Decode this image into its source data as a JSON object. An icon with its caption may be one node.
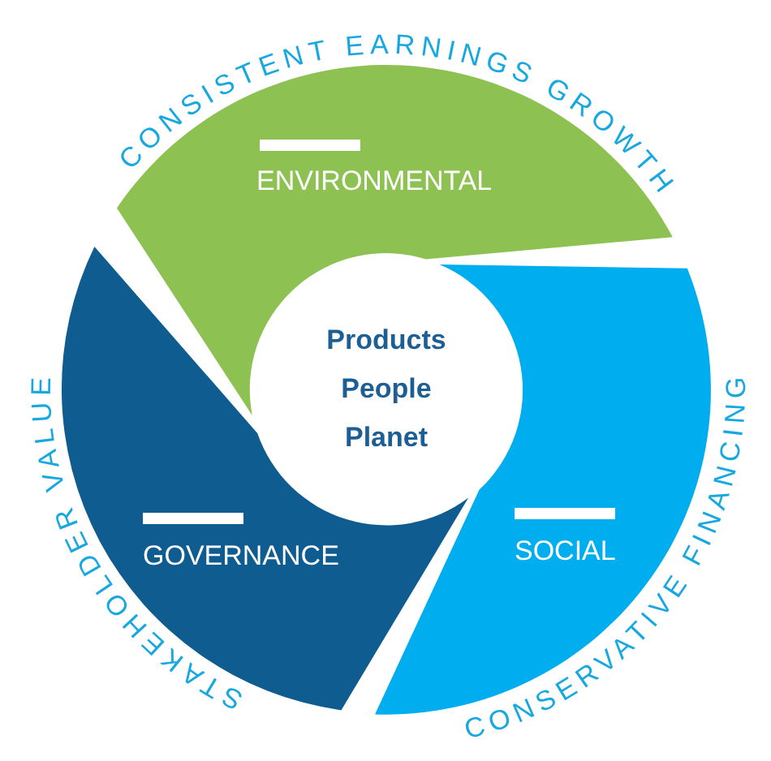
{
  "diagram": {
    "nodes": [
      {
        "text": [
          "ENVIRONMENTAL"
        ]
      },
      {
        "text": [
          "Products People Planet"
        ]
      },
      {
        "text": [
          "GOVERNANCE"
        ]
      },
      {
        "text": [
          "SOCIAL"
        ]
      }
    ],
    "labels": [
      "CONSISTENT EARNINGS GROWTH",
      "STAKEHOLDER VALUE",
      "CONSERVATIVE FINANCING"
    ]
  }
}
